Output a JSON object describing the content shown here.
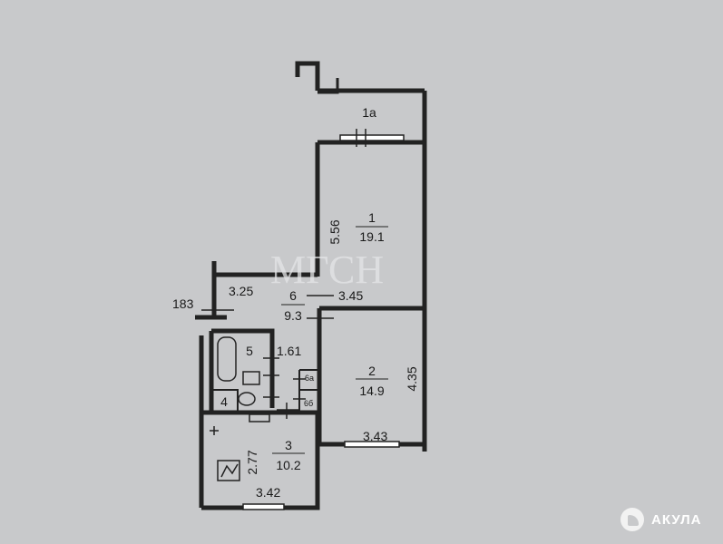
{
  "watermark": {
    "text": "МГСН"
  },
  "rooms": [
    {
      "id": "1a",
      "label": "1а"
    },
    {
      "id": "1",
      "label": "1",
      "area": "19.1",
      "dim": "5.56"
    },
    {
      "id": "6",
      "label": "6",
      "area": "9.3",
      "dim_left": "3.25",
      "dim_right": "3.45",
      "dim_outside": "183"
    },
    {
      "id": "5",
      "label": "5",
      "dim": "1.61"
    },
    {
      "id": "6a",
      "label": "6а"
    },
    {
      "id": "6b",
      "label": "6б"
    },
    {
      "id": "4",
      "label": "4"
    },
    {
      "id": "2",
      "label": "2",
      "area": "14.9",
      "dim_side": "4.35",
      "dim_bottom": "3.43"
    },
    {
      "id": "3",
      "label": "3",
      "area": "10.2",
      "dim_side": "2.77",
      "dim_bottom": "3.42"
    }
  ],
  "brand": {
    "name": "АКУЛА"
  }
}
